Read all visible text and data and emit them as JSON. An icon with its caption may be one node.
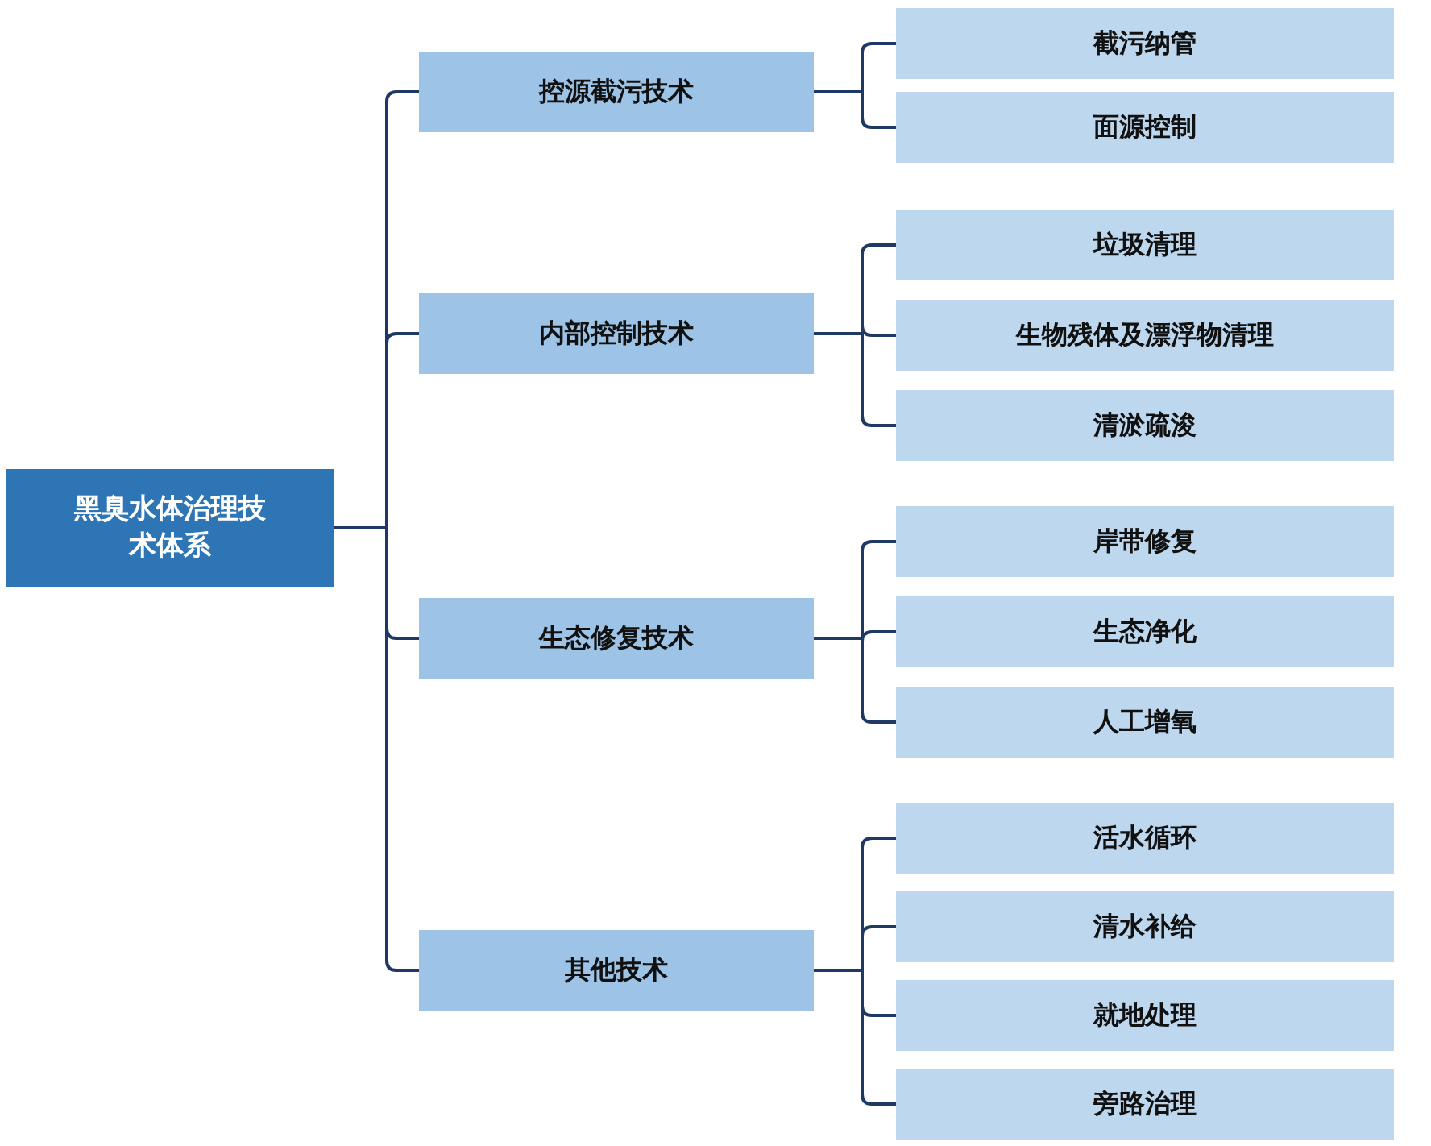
{
  "diagram": {
    "nodes": [
      {
        "text": [
          "黑臭水体治理技术体系"
        ]
      },
      {
        "text": [
          "控源截污技术"
        ]
      },
      {
        "text": [
          "截污纳管"
        ]
      },
      {
        "text": [
          "面源控制"
        ]
      },
      {
        "text": [
          "内部控制技术"
        ]
      },
      {
        "text": [
          "垃圾清理"
        ]
      },
      {
        "text": [
          "生物残体及漂浮物清理"
        ]
      },
      {
        "text": [
          "清淤疏浚"
        ]
      },
      {
        "text": [
          "生态修复技术"
        ]
      },
      {
        "text": [
          "岸带修复"
        ]
      },
      {
        "text": [
          "生态净化"
        ]
      },
      {
        "text": [
          "人工增氧"
        ]
      },
      {
        "text": [
          "其他技术"
        ]
      },
      {
        "text": [
          "活水循环"
        ]
      },
      {
        "text": [
          "清水补给"
        ]
      },
      {
        "text": [
          "就地处理"
        ]
      },
      {
        "text": [
          "旁路治理"
        ]
      }
    ],
    "edges": [
      {
        "from": 0,
        "to": 1,
        "arrow": "none"
      },
      {
        "from": 0,
        "to": 4,
        "arrow": "none"
      },
      {
        "from": 0,
        "to": 8,
        "arrow": "none"
      },
      {
        "from": 0,
        "to": 12,
        "arrow": "none"
      },
      {
        "from": 1,
        "to": 2,
        "arrow": "none"
      },
      {
        "from": 1,
        "to": 3,
        "arrow": "none"
      },
      {
        "from": 4,
        "to": 5,
        "arrow": "none"
      },
      {
        "from": 4,
        "to": 6,
        "arrow": "none"
      },
      {
        "from": 4,
        "to": 7,
        "arrow": "none"
      },
      {
        "from": 8,
        "to": 9,
        "arrow": "none"
      },
      {
        "from": 8,
        "to": 10,
        "arrow": "none"
      },
      {
        "from": 8,
        "to": 11,
        "arrow": "none"
      },
      {
        "from": 12,
        "to": 13,
        "arrow": "none"
      },
      {
        "from": 12,
        "to": 14,
        "arrow": "none"
      },
      {
        "from": 12,
        "to": 15,
        "arrow": "none"
      },
      {
        "from": 12,
        "to": 16,
        "arrow": "none"
      }
    ]
  }
}
